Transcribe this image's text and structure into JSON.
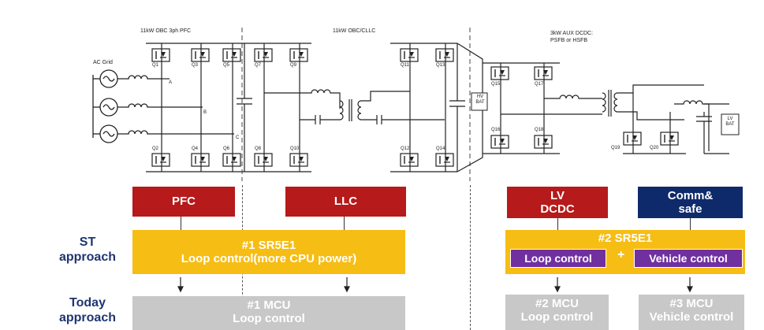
{
  "circuit": {
    "section_pfc": "11kW OBC 3ph PFC",
    "section_llc": "11kW OBC/CLLC",
    "section_aux": "3kW AUX DCDC:",
    "section_aux_sub": "PSFB or HSFB",
    "ac_grid": "AC Grid",
    "node_a": "A",
    "node_b": "B",
    "node_c": "C",
    "hv_bat": "HV BAT",
    "lv_bat": "LV BAT",
    "q_labels": [
      "Q1",
      "Q3",
      "Q5",
      "Q7",
      "Q9",
      "Q11",
      "Q13",
      "Q2",
      "Q4",
      "Q6",
      "Q8",
      "Q10",
      "Q12",
      "Q14",
      "Q15",
      "Q17",
      "Q16",
      "Q18",
      "Q19",
      "Q20"
    ]
  },
  "blocks": {
    "pfc": "PFC",
    "llc": "LLC",
    "lv_dcdc_1": "LV",
    "lv_dcdc_2": "DCDC",
    "comm_1": "Comm&",
    "comm_2": "safe"
  },
  "st_approach": {
    "label_1": "ST",
    "label_2": "approach",
    "sr5e1_1_title": "#1 SR5E1",
    "sr5e1_1_sub": "Loop control(more CPU power)",
    "sr5e1_2_title": "#2 SR5E1",
    "loop_control": "Loop control",
    "plus": "+",
    "vehicle_control": "Vehicle control"
  },
  "today_approach": {
    "label_1": "Today",
    "label_2": "approach",
    "mcu1_title": "#1 MCU",
    "mcu1_sub": "Loop control",
    "mcu2_title": "#2 MCU",
    "mcu2_sub": "Loop control",
    "mcu3_title": "#3 MCU",
    "mcu3_sub": "Vehicle control"
  },
  "colors": {
    "red": "#b61a1a",
    "navy": "#0f2a6b",
    "yellow": "#f6bd14",
    "gray": "#c8c8c8",
    "purple": "#7030a0",
    "label_blue": "#1f3570"
  }
}
